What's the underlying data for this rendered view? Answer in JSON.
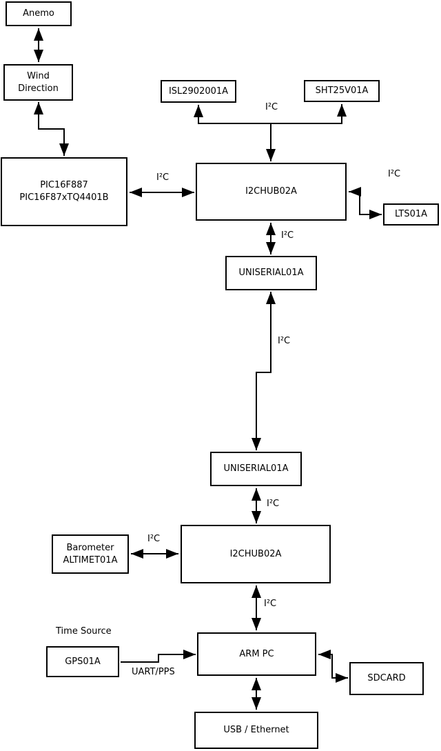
{
  "nodes": {
    "anemo": {
      "label": "Anemo"
    },
    "wind_direction": {
      "label": "Wind\nDirection"
    },
    "pic": {
      "label": "PIC16F887\nPIC16F87xTQ4401B"
    },
    "isl": {
      "label": "ISL2902001A"
    },
    "sht": {
      "label": "SHT25V01A"
    },
    "i2c_hub_top": {
      "label": "I2CHUB02A"
    },
    "lts": {
      "label": "LTS01A"
    },
    "uniserial_top": {
      "label": "UNISERIAL01A"
    },
    "uniserial_bottom": {
      "label": "UNISERIAL01A"
    },
    "barometer": {
      "label": "Barometer\nALTIMET01A"
    },
    "i2c_hub_bottom": {
      "label": "I2CHUB02A"
    },
    "gps": {
      "label": "GPS01A"
    },
    "arm_pc": {
      "label": "ARM PC"
    },
    "sdcard": {
      "label": "SDCARD"
    },
    "usb_ethernet": {
      "label": "USB / Ethernet"
    }
  },
  "edge_labels": {
    "i2c": "I²C",
    "uart_pps": "UART/PPS"
  },
  "annotations": {
    "time_source": "Time Source"
  },
  "colors": {
    "line": "#000000",
    "background": "#ffffff",
    "box_fill": "#ffffff",
    "text": "#000000"
  }
}
